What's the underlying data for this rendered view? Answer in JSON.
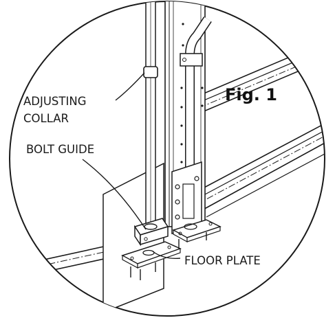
{
  "figure": {
    "label": "Fig. 1"
  },
  "callouts": {
    "adjusting_collar_line1": "ADJUSTING",
    "adjusting_collar_line2": "COLLAR",
    "bolt_guide": "BOLT GUIDE",
    "floor_plate": "FLOOR PLATE"
  },
  "colors": {
    "ink": "#1a1a1a",
    "background": "#ffffff"
  }
}
